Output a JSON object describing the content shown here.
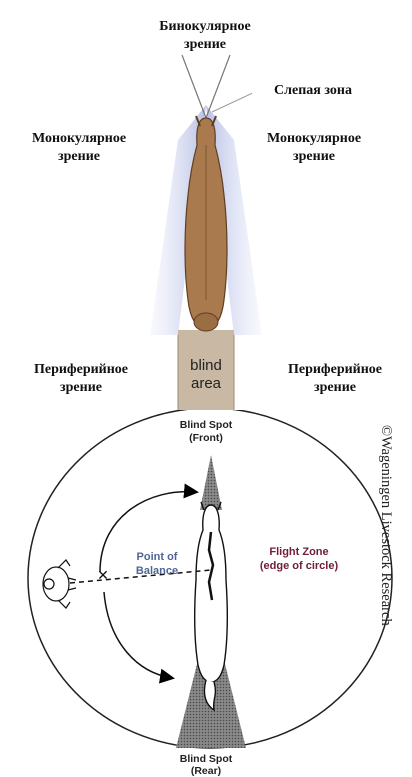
{
  "top": {
    "binocular": [
      "Бинокулярное",
      "зрение"
    ],
    "blind_zone": "Слепая зона",
    "mono_left": [
      "Монокулярное",
      "зрение"
    ],
    "mono_right": [
      "Монокулярное",
      "зрение"
    ],
    "peripheral_left": [
      "Периферийное",
      "зрение"
    ],
    "peripheral_right": [
      "Периферийное",
      "зрение"
    ],
    "blind_area": [
      "blind",
      "area"
    ]
  },
  "bottom": {
    "blind_spot_front": [
      "Blind Spot",
      "(Front)"
    ],
    "blind_spot_rear": [
      "Blind Spot",
      "(Rear)"
    ],
    "point_of_balance": [
      "Point of",
      "Balance"
    ],
    "flight_zone": [
      "Flight Zone",
      "(edge of circle)"
    ]
  },
  "credit": "©Wageningen Livestock Research",
  "colors": {
    "vision_cone": "#c5cbea",
    "horse_body": "#a87a4e",
    "blind_area_fill": "#c9b9a4",
    "flight_zone_text": "#6e1d3a",
    "balance_text": "#4f6596"
  }
}
